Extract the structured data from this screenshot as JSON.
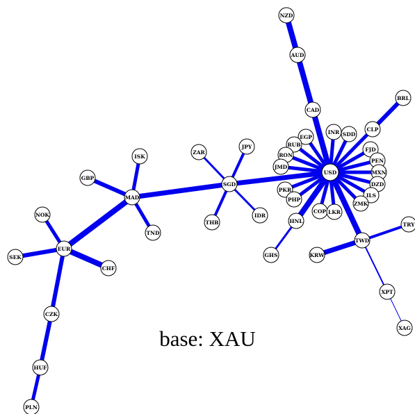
{
  "caption": "base: XAU",
  "edge_color": "#0000ee",
  "nodes": [
    "NZD",
    "AUD",
    "CAD",
    "BRL",
    "CLP",
    "INR",
    "SDD",
    "EGP",
    "RUB",
    "RON",
    "JMD",
    "USD",
    "FJD",
    "PEN",
    "MXN",
    "DZD",
    "ILS",
    "ZMK",
    "PKR",
    "PHP",
    "COP",
    "LKR",
    "HNL",
    "GHS",
    "TWD",
    "TRY",
    "KRW",
    "XPT",
    "XAG",
    "ZAR",
    "JPY",
    "SGD",
    "THB",
    "IDR",
    "ISK",
    "GBP",
    "MAD",
    "TND",
    "NOK",
    "EUR",
    "SEK",
    "CHF",
    "CZK",
    "HUF",
    "PLN"
  ],
  "edges": [
    {
      "source": "NZD",
      "target": "AUD"
    },
    {
      "source": "AUD",
      "target": "CAD"
    },
    {
      "source": "CAD",
      "target": "USD"
    },
    {
      "source": "BRL",
      "target": "CLP"
    },
    {
      "source": "CLP",
      "target": "USD"
    },
    {
      "source": "INR",
      "target": "USD"
    },
    {
      "source": "SDD",
      "target": "USD"
    },
    {
      "source": "EGP",
      "target": "USD"
    },
    {
      "source": "RUB",
      "target": "USD"
    },
    {
      "source": "RON",
      "target": "USD"
    },
    {
      "source": "JMD",
      "target": "USD"
    },
    {
      "source": "FJD",
      "target": "USD"
    },
    {
      "source": "PEN",
      "target": "USD"
    },
    {
      "source": "MXN",
      "target": "USD"
    },
    {
      "source": "DZD",
      "target": "USD"
    },
    {
      "source": "ILS",
      "target": "USD"
    },
    {
      "source": "ZMK",
      "target": "USD"
    },
    {
      "source": "PKR",
      "target": "USD"
    },
    {
      "source": "PHP",
      "target": "USD"
    },
    {
      "source": "COP",
      "target": "USD"
    },
    {
      "source": "LKR",
      "target": "USD"
    },
    {
      "source": "HNL",
      "target": "USD"
    },
    {
      "source": "GHS",
      "target": "HNL"
    },
    {
      "source": "TWD",
      "target": "USD"
    },
    {
      "source": "TRY",
      "target": "TWD"
    },
    {
      "source": "KRW",
      "target": "TWD"
    },
    {
      "source": "XPT",
      "target": "TWD"
    },
    {
      "source": "XAG",
      "target": "XPT"
    },
    {
      "source": "SGD",
      "target": "USD"
    },
    {
      "source": "ZAR",
      "target": "SGD"
    },
    {
      "source": "JPY",
      "target": "SGD"
    },
    {
      "source": "THB",
      "target": "SGD"
    },
    {
      "source": "IDR",
      "target": "SGD"
    },
    {
      "source": "MAD",
      "target": "SGD"
    },
    {
      "source": "ISK",
      "target": "MAD"
    },
    {
      "source": "GBP",
      "target": "MAD"
    },
    {
      "source": "TND",
      "target": "MAD"
    },
    {
      "source": "EUR",
      "target": "MAD"
    },
    {
      "source": "NOK",
      "target": "EUR"
    },
    {
      "source": "SEK",
      "target": "EUR"
    },
    {
      "source": "CHF",
      "target": "EUR"
    },
    {
      "source": "CZK",
      "target": "EUR"
    },
    {
      "source": "HUF",
      "target": "CZK"
    },
    {
      "source": "PLN",
      "target": "HUF"
    }
  ]
}
